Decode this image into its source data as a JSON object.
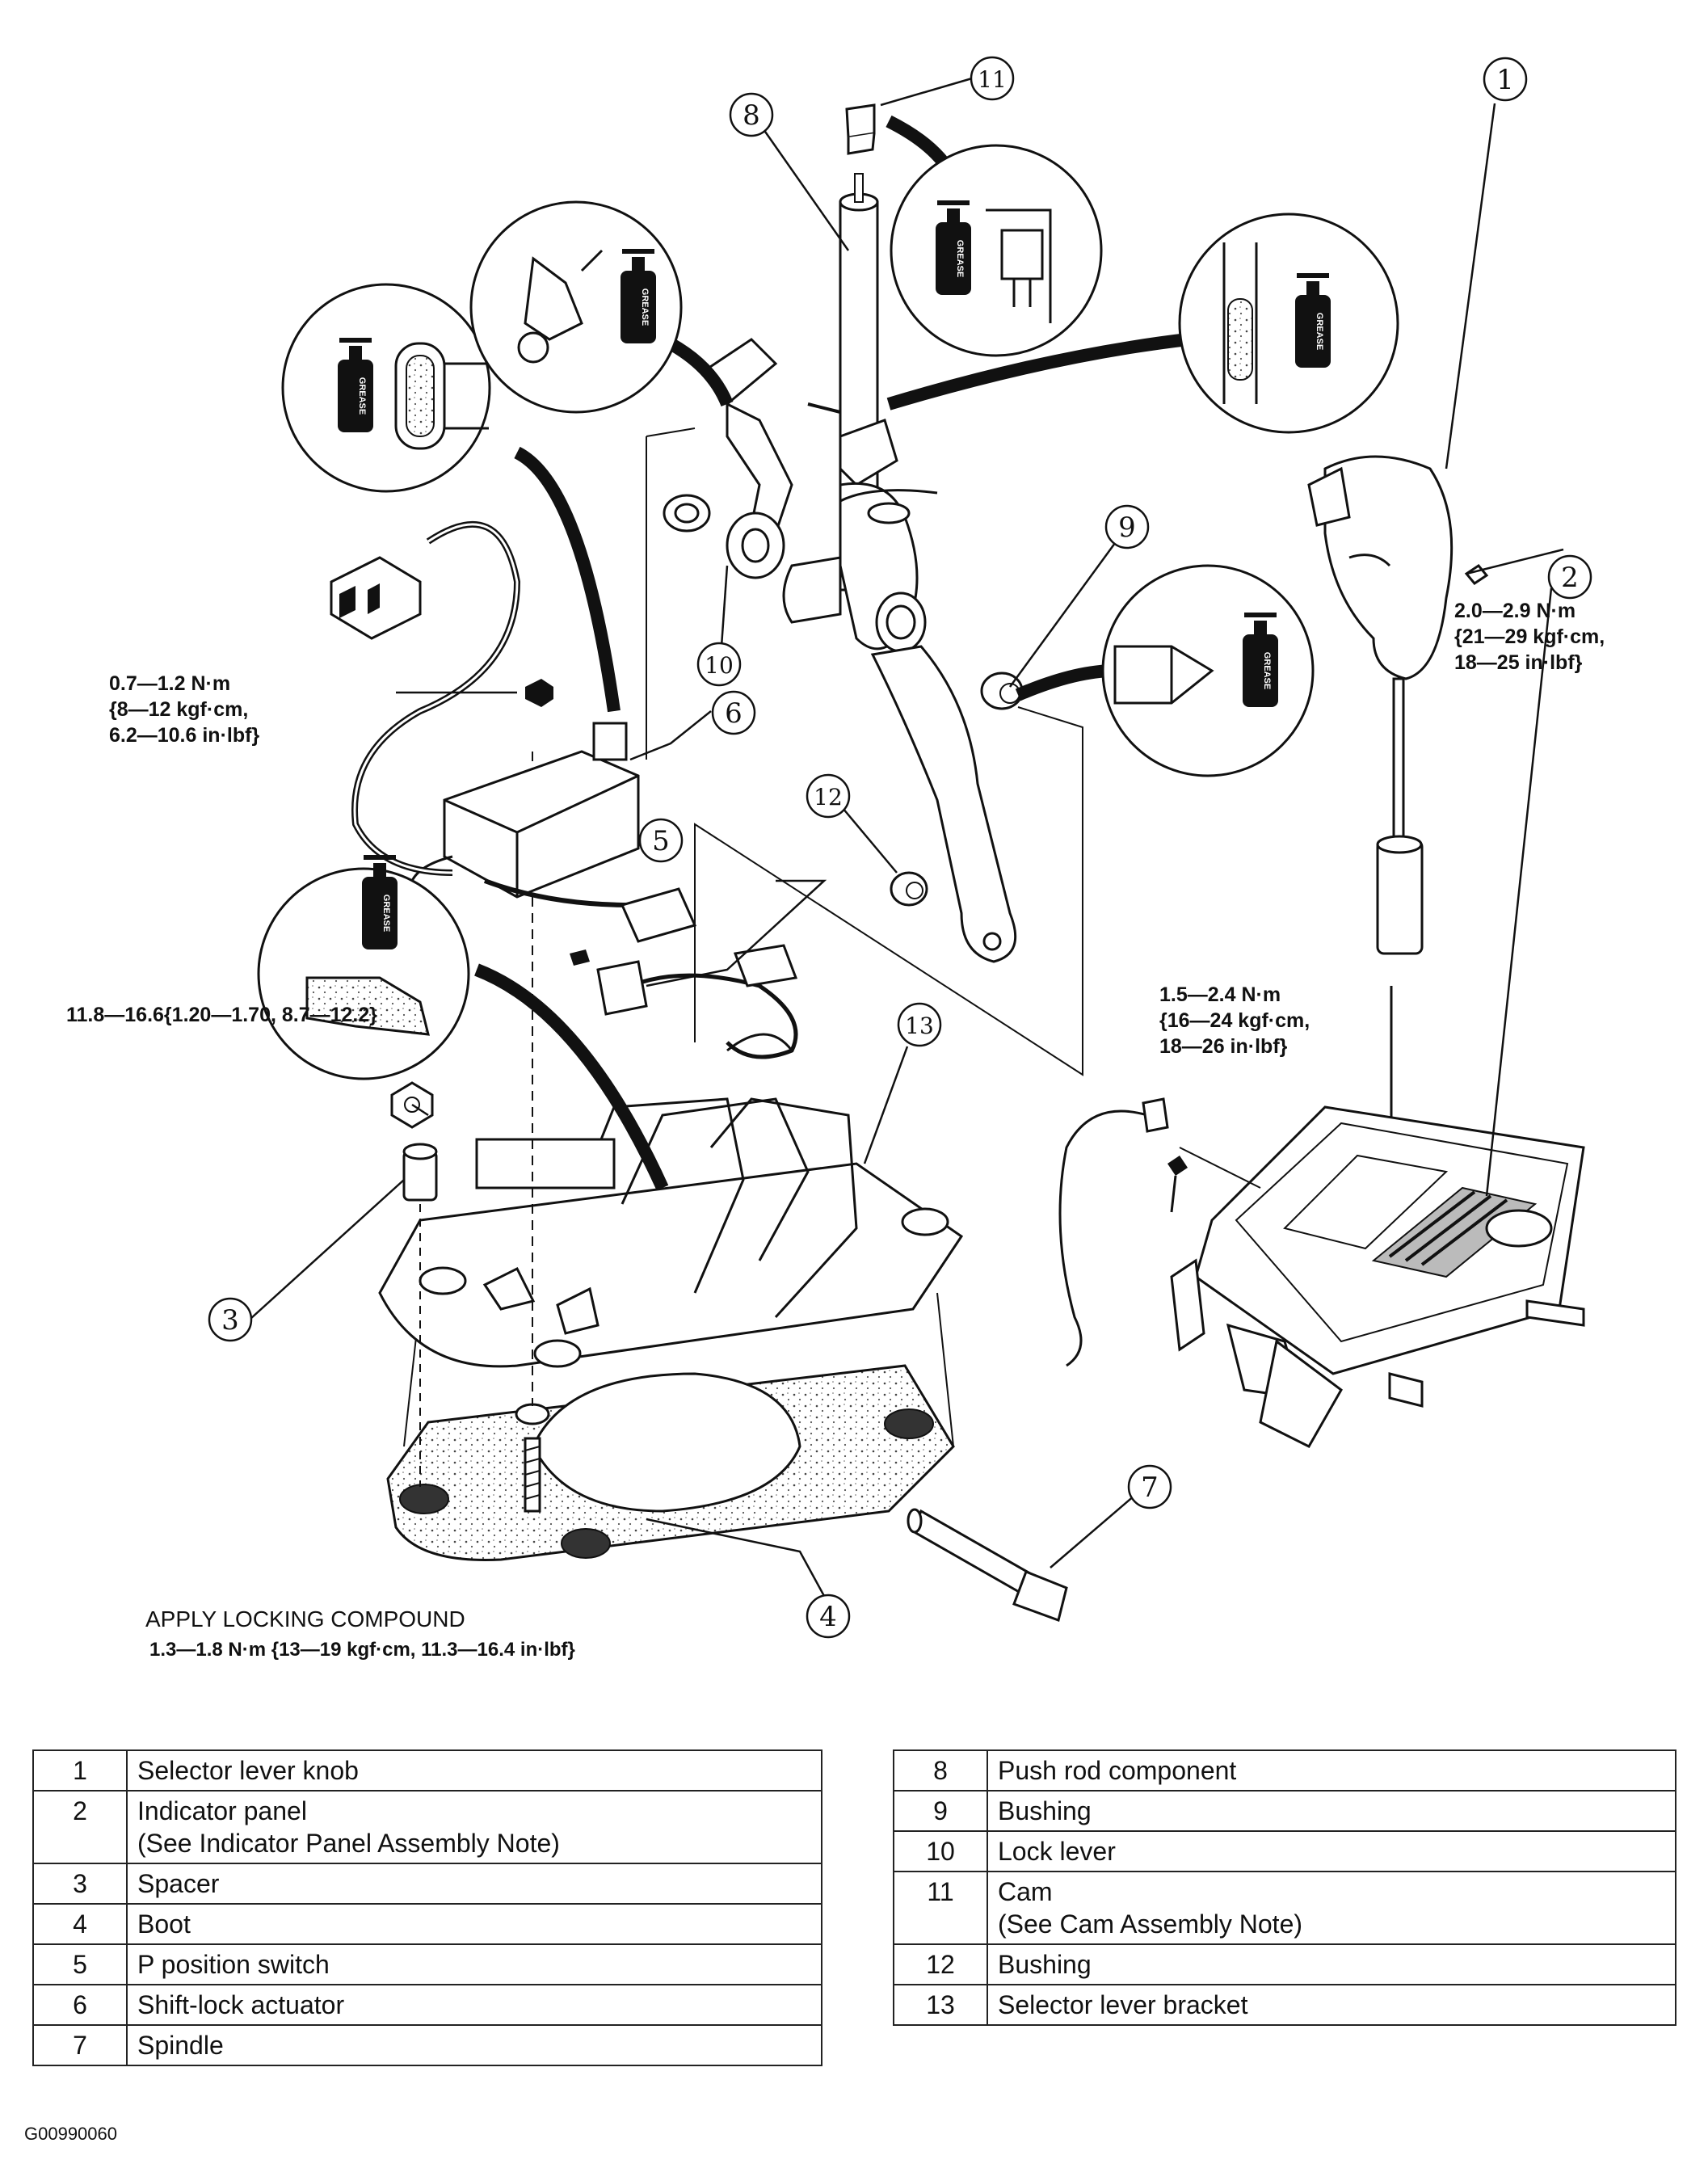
{
  "torques": {
    "actuator_bolt": "0.7—1.2 N·m\n{8—12 kgf·cm,\n6.2—10.6 in·lbf}",
    "bracket_nut": "11.8—16.6{1.20—1.70, 8.7—12.2}",
    "knob_screw": "2.0—2.9 N·m\n{21—29 kgf·cm,\n18—25 in·lbf}",
    "panel_screw": "1.5—2.4 N·m\n{16—24 kgf·cm,\n18—26 in·lbf}",
    "boot_bolt_note": "APPLY LOCKING COMPOUND",
    "boot_bolt": "1.3—1.8 N·m {13—19 kgf·cm, 11.3—16.4 in·lbf}"
  },
  "callouts": [
    "1",
    "2",
    "3",
    "4",
    "5",
    "6",
    "7",
    "8",
    "9",
    "10",
    "11",
    "12",
    "13"
  ],
  "grease_label": "GREASE",
  "legend_left": [
    {
      "num": "1",
      "desc": "Selector lever knob"
    },
    {
      "num": "2",
      "desc": "Indicator panel\n(See Indicator Panel Assembly Note)"
    },
    {
      "num": "3",
      "desc": "Spacer"
    },
    {
      "num": "4",
      "desc": "Boot"
    },
    {
      "num": "5",
      "desc": "P position switch"
    },
    {
      "num": "6",
      "desc": "Shift-lock actuator"
    },
    {
      "num": "7",
      "desc": "Spindle"
    }
  ],
  "legend_right": [
    {
      "num": "8",
      "desc": "Push rod component"
    },
    {
      "num": "9",
      "desc": "Bushing"
    },
    {
      "num": "10",
      "desc": "Lock lever"
    },
    {
      "num": "11",
      "desc": "Cam\n(See Cam Assembly Note)"
    },
    {
      "num": "12",
      "desc": "Bushing"
    },
    {
      "num": "13",
      "desc": "Selector lever bracket"
    }
  ],
  "figure_id": "G00990060"
}
